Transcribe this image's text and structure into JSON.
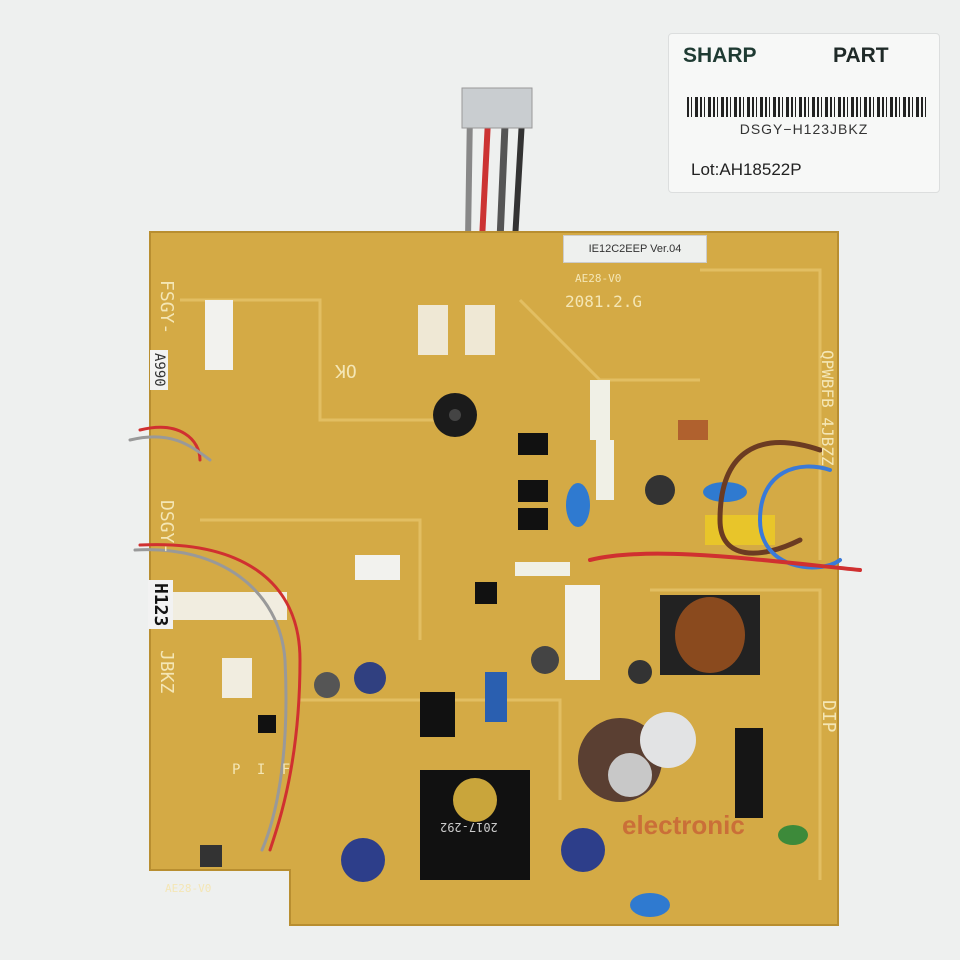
{
  "part_label": {
    "brand": "SHARP",
    "type": "PART",
    "part_number": "DSGY−H123JBKZ",
    "lot": "Lot:AH18522P"
  },
  "board": {
    "version_sticker": "IE12C2EEP Ver.04",
    "silkscreen_left_top": "FSGY-",
    "sticker_left": "A990",
    "silkscreen_left": "DSGY-",
    "sticker_left_2": "H123",
    "silkscreen_left_2": "JBKZ",
    "silkscreen_right": "QPWBFB 4JBZZ",
    "silkscreen_dip": "DIP",
    "silkscreen_date": "2081.2.G",
    "silkscreen_code": "AE28-V0",
    "silkscreen_ok": "OK",
    "silkscreen_tr": "2017-292",
    "silkscreen_pif": "P I F"
  },
  "watermark": "electronic",
  "colors": {
    "board": "#d4aa45",
    "background": "#eef0ef"
  }
}
